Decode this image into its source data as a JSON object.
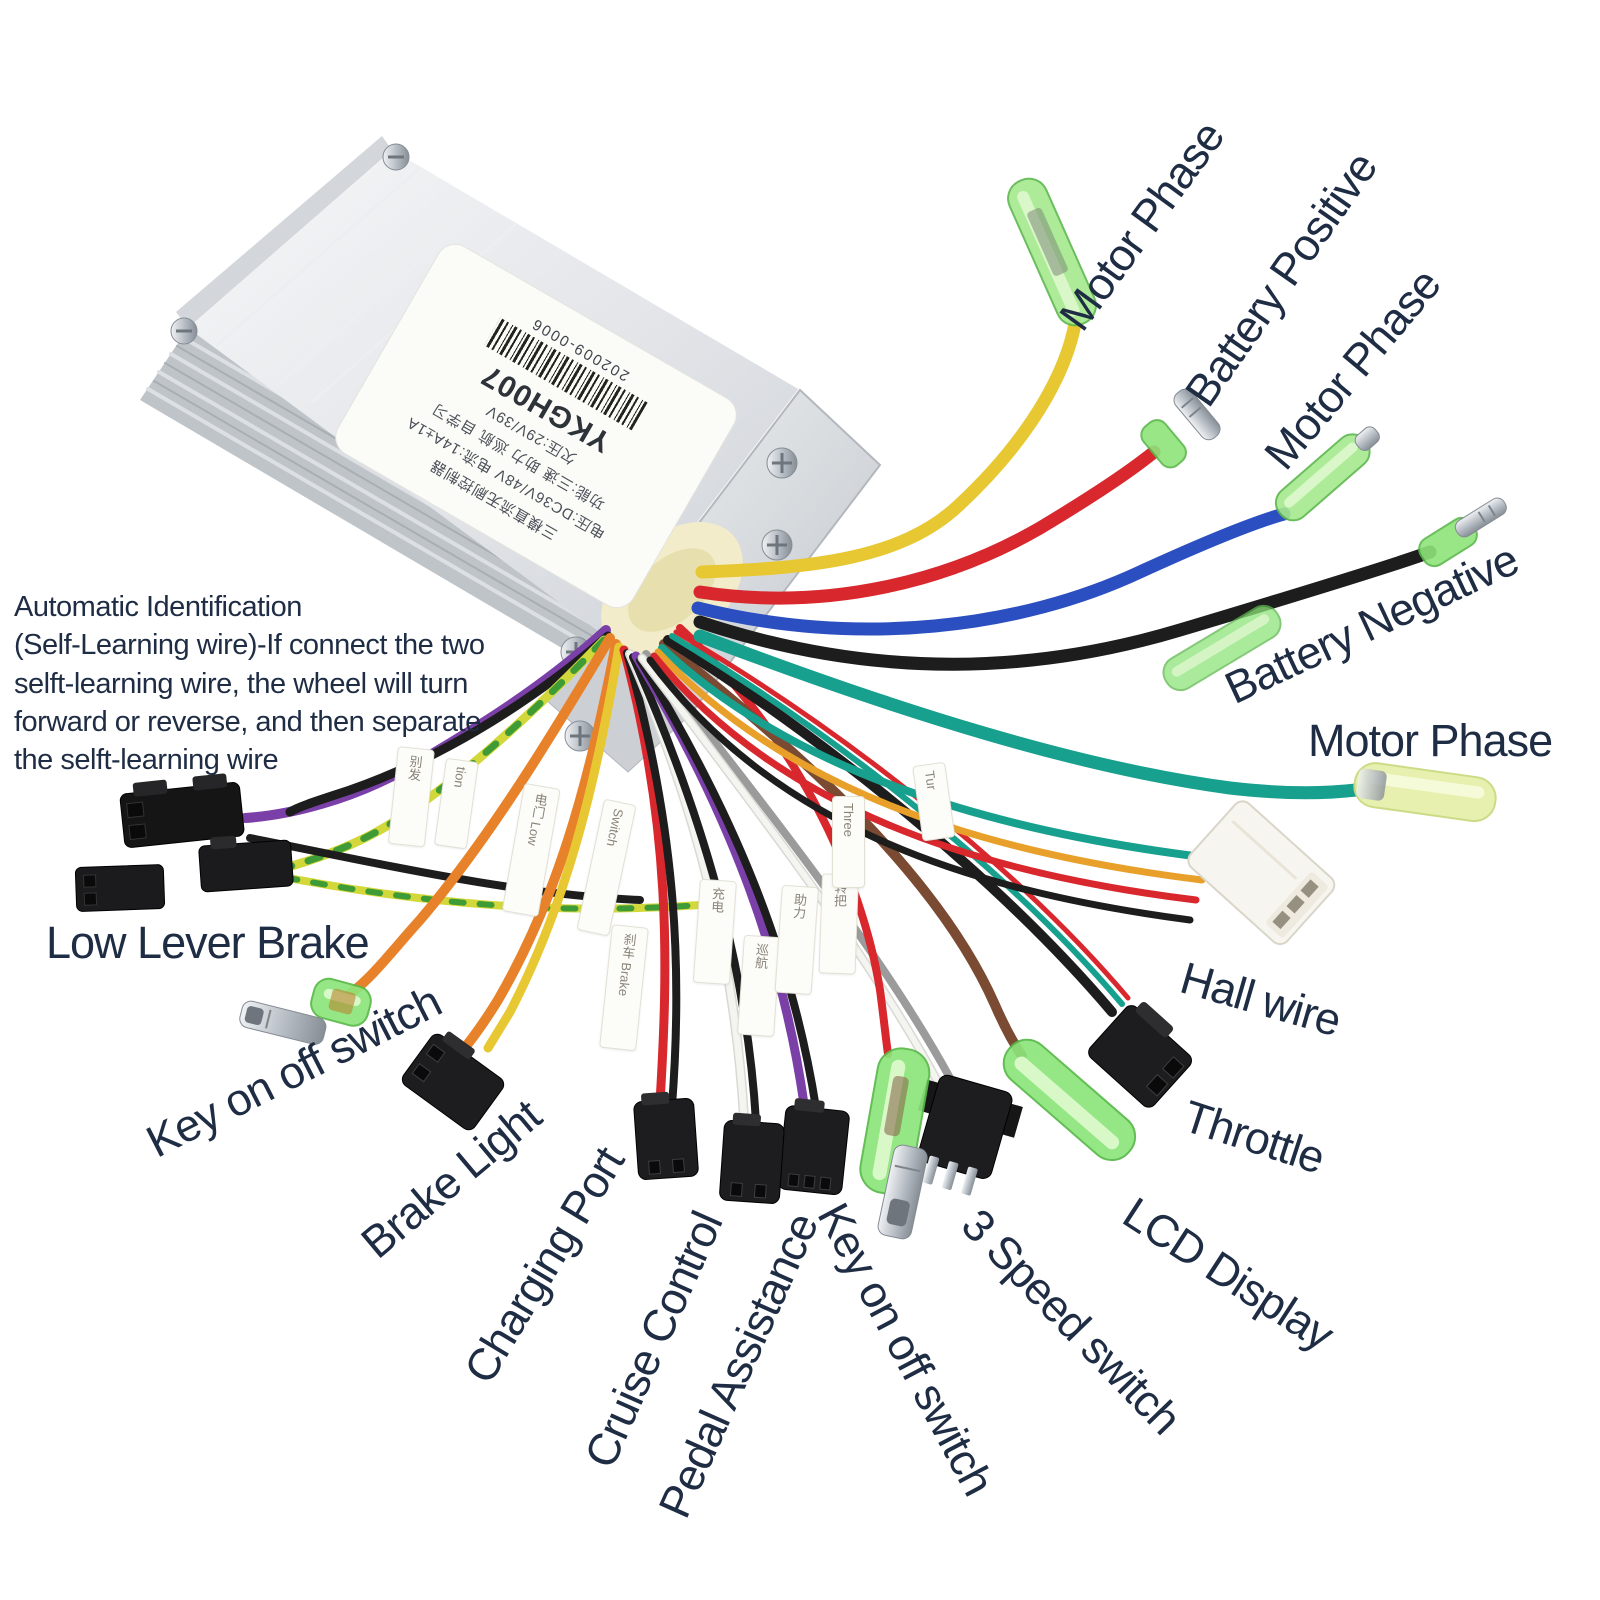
{
  "image_type": "annotated product photo",
  "subject": "e-bike brushless motor controller with wiring harness",
  "colors": {
    "background": "#ffffff",
    "label_text": "#1e2c44",
    "wire_yellow": "#e7c832",
    "wire_red": "#d8272d",
    "wire_blue": "#2b4fc0",
    "wire_black": "#1d1d1d",
    "wire_teal": "#17a08e",
    "wire_orange": "#e8822a",
    "wire_purple": "#7b3fa8",
    "wire_brown": "#7a4a32",
    "wire_gray": "#9b9b9b",
    "connector_green_sleeve": "#8de47a",
    "connector_black": "#1d1d1f",
    "box_silver": "#dfe2e6"
  },
  "labels": {
    "motor_phase_top": "Motor Phase",
    "battery_positive": "Battery Positive",
    "motor_phase_upper_right": "Motor Phase",
    "battery_negative": "Battery Negative",
    "motor_phase_right": "Motor Phase",
    "hall_wire": "Hall wire",
    "throttle": "Throttle",
    "lcd_display": "LCD Display",
    "three_speed_switch": "3 Speed switch",
    "key_on_off_right": "Key on off switch",
    "pedal_assistance": "Pedal Assistance",
    "cruise_control": "Cruise Control",
    "charging_port": "Charging Port",
    "brake_light": "Brake Light",
    "key_on_off_left": "Key on off switch",
    "low_lever_brake": "Low Lever Brake"
  },
  "note": "Automatic Identification\n(Self-Learning wire)-If connect the two\nselft-learning wire, the wheel will turn\nforward or reverse, and then separate\nthe selft-learning wire",
  "sticker": {
    "model": "YKGH007",
    "serial": "202009-0006",
    "line1": "三模直流无刷控制器",
    "line2": "电压:DC36V/48V 电流:14A±1A",
    "line3": "功能:三速 助力 巡航 自学习",
    "line4": "欠压:29V/39V"
  },
  "wire_tags": {
    "t1": "别发",
    "t2": "tion",
    "t3": "电门 Low",
    "t4": "Switch",
    "t5": "刹车 Brake",
    "t6": "充电",
    "t7": "巡航",
    "t8": "助力",
    "t9": "转把",
    "t10": "Three",
    "t11": "Tur"
  },
  "connectors": [
    "green-bullet-motor-phase-yellow",
    "silver-bullet-battery-positive",
    "green-bullet-motor-phase-blue",
    "green-bullet-battery-negative",
    "yellow-green-bullet-motor-phase-teal",
    "white-jst-hall",
    "black-sm3-throttle",
    "green-sleeve-lcd",
    "black-sm3-three-speed",
    "bullet-key-on-off-right",
    "black-sm3-pedal-assistance",
    "black-sm2-cruise-control",
    "black-sm2-charging-port",
    "black-sm2-brake-light",
    "bullet-key-on-off-left",
    "black-sm2-low-lever-brake-a",
    "black-sm2-low-lever-brake-b",
    "black-sm2-low-lever-brake-c"
  ]
}
